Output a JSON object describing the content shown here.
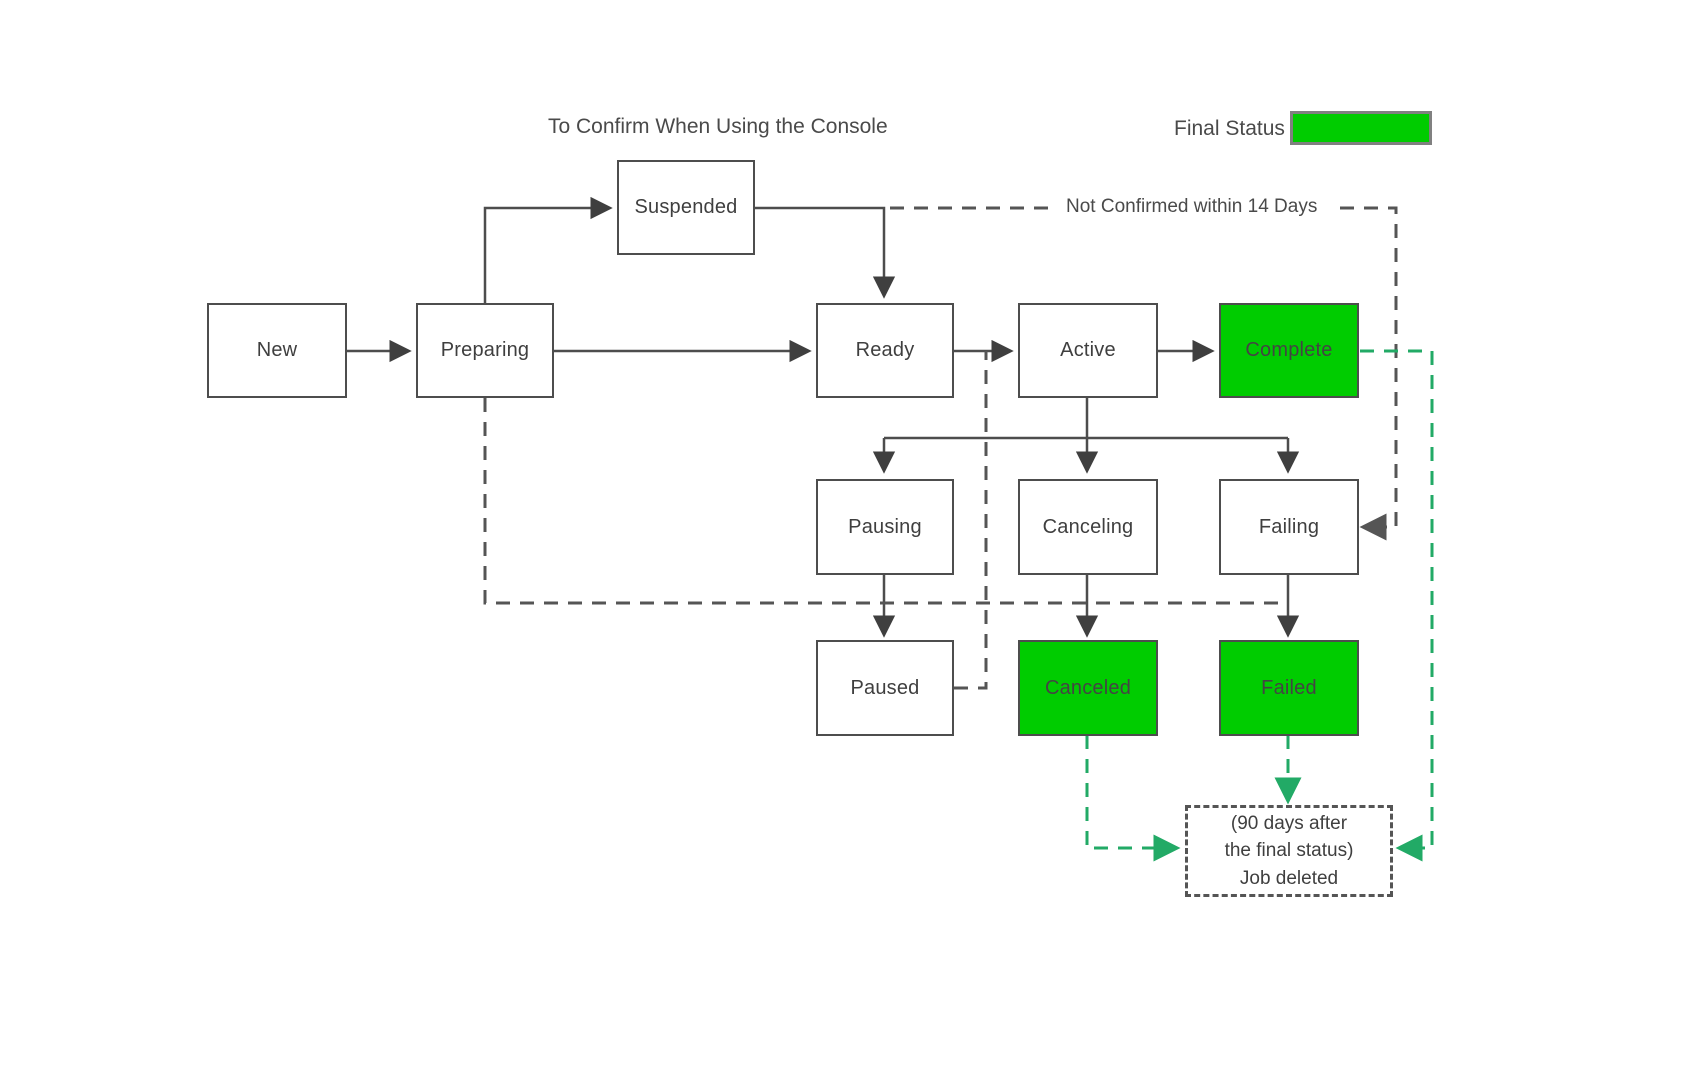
{
  "diagram": {
    "title_note": "To Confirm When Using the Console",
    "legend": {
      "label": "Final Status",
      "swatch_color": "#00cc00"
    },
    "edge_labels": {
      "not_confirmed": "Not Confirmed within 14 Days"
    },
    "nodes": [
      {
        "id": "new",
        "label": "New",
        "final": false
      },
      {
        "id": "preparing",
        "label": "Preparing",
        "final": false
      },
      {
        "id": "suspended",
        "label": "Suspended",
        "final": false
      },
      {
        "id": "ready",
        "label": "Ready",
        "final": false
      },
      {
        "id": "active",
        "label": "Active",
        "final": false
      },
      {
        "id": "complete",
        "label": "Complete",
        "final": true
      },
      {
        "id": "pausing",
        "label": "Pausing",
        "final": false
      },
      {
        "id": "canceling",
        "label": "Canceling",
        "final": false
      },
      {
        "id": "failing",
        "label": "Failing",
        "final": false
      },
      {
        "id": "paused",
        "label": "Paused",
        "final": false
      },
      {
        "id": "canceled",
        "label": "Canceled",
        "final": true
      },
      {
        "id": "failed",
        "label": "Failed",
        "final": true
      }
    ],
    "note": {
      "line1": "(90 days after",
      "line2": "the final status)",
      "line3": "Job deleted"
    },
    "colors": {
      "final_status": "#00cc00",
      "box_border": "#4d4d4d",
      "text": "#3f3f3f",
      "green_edge": "#22aa66",
      "dashed_edge": "#555555"
    }
  }
}
